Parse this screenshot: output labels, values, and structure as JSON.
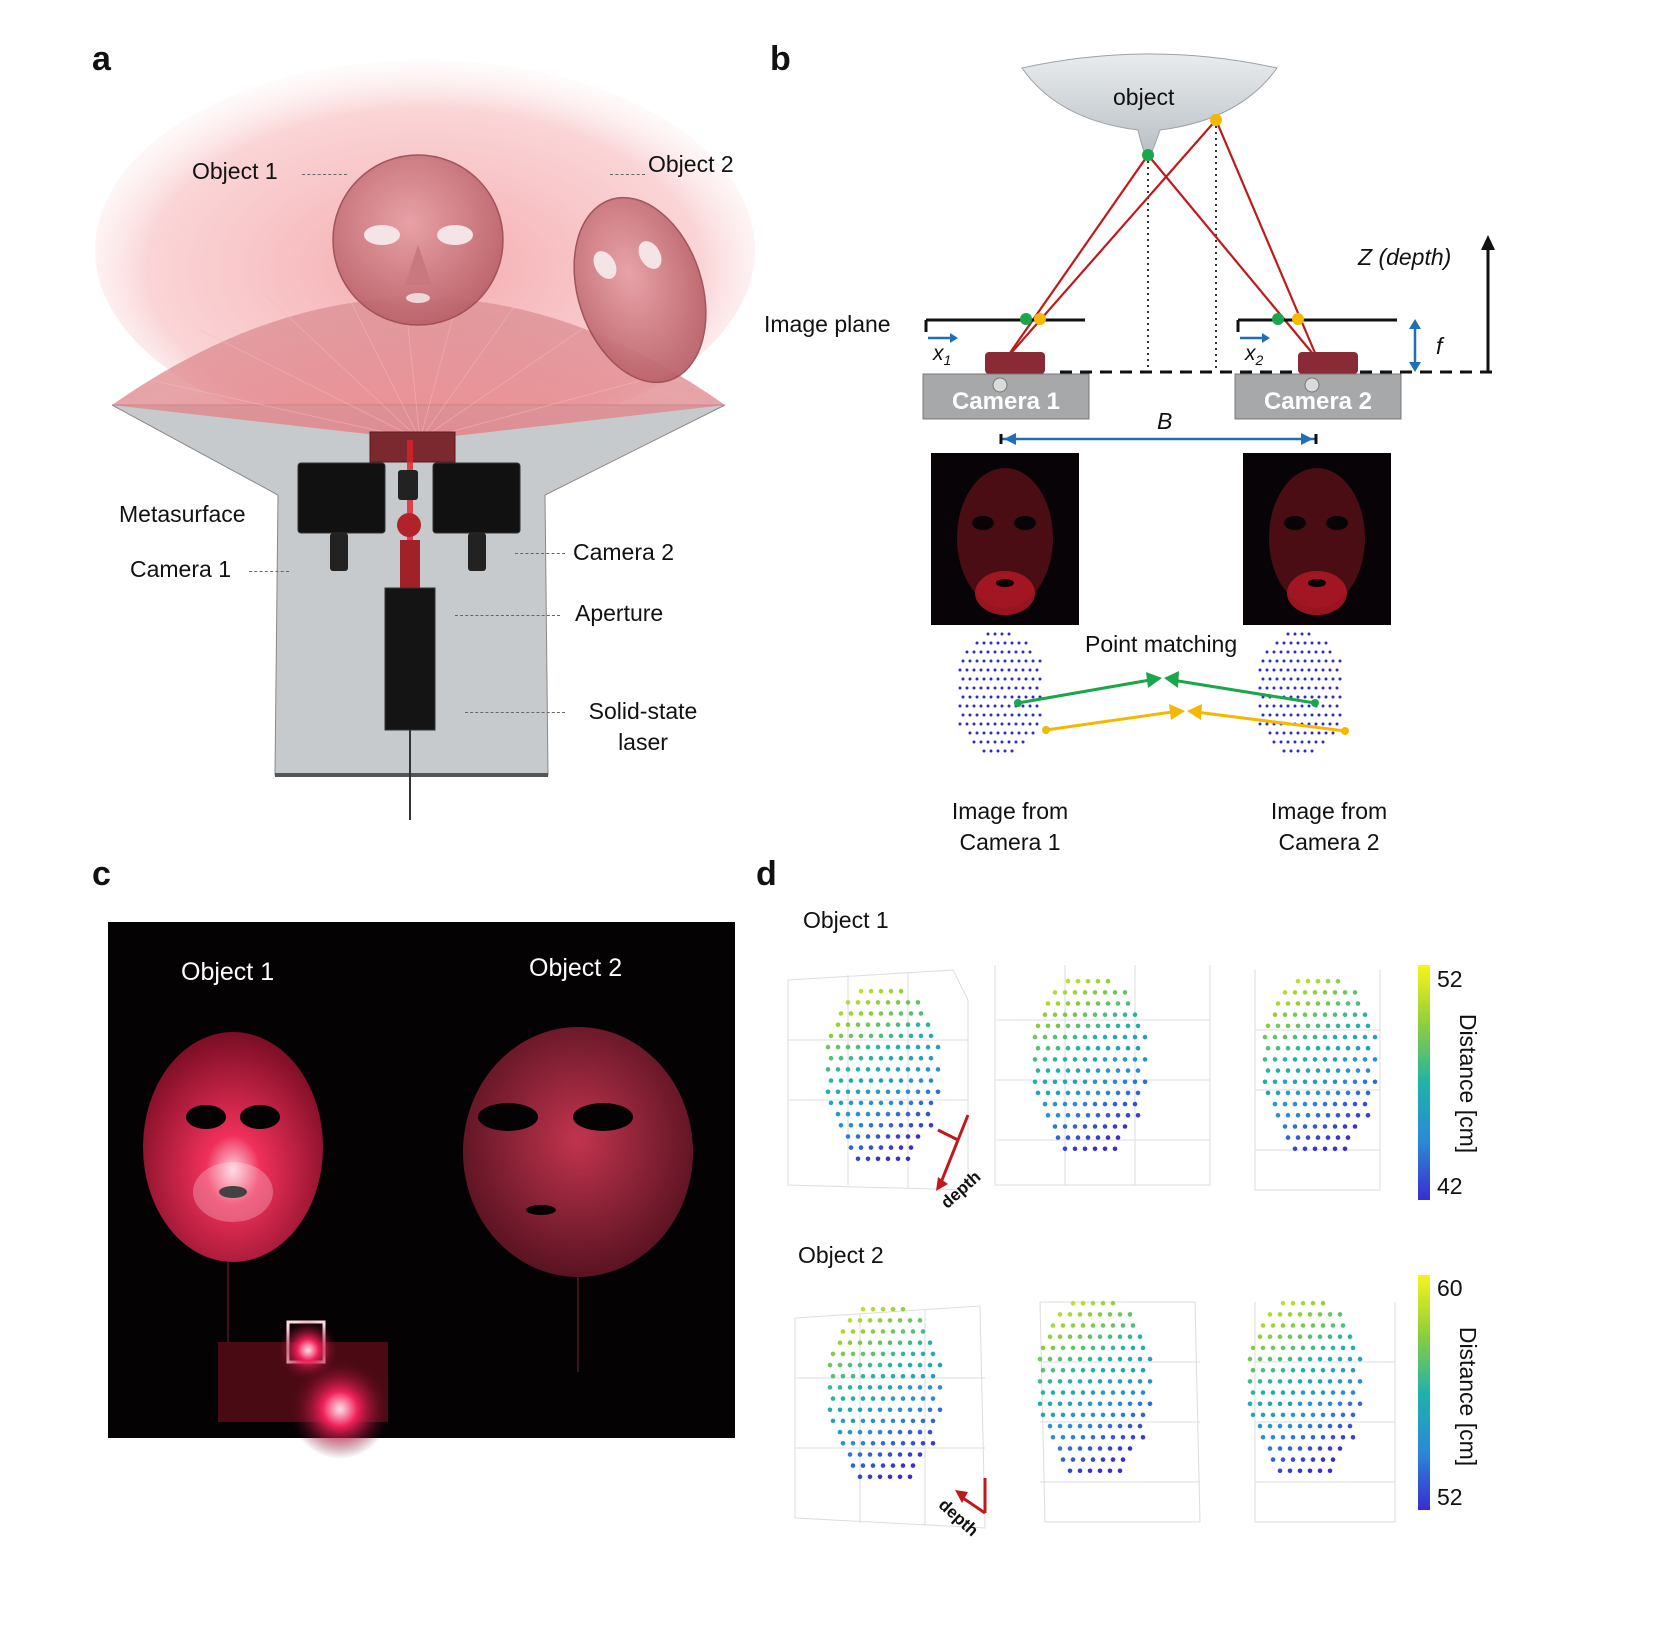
{
  "panels": {
    "a": {
      "letter": "a",
      "labels": {
        "object1": "Object 1",
        "object2": "Object 2",
        "metasurface": "Metasurface",
        "camera1": "Camera 1",
        "camera2": "Camera 2",
        "aperture": "Aperture",
        "laser_line1": "Solid-state",
        "laser_line2": "laser"
      }
    },
    "b": {
      "letter": "b",
      "labels": {
        "object": "object",
        "depth": "Z (depth)",
        "image_plane": "Image plane",
        "f": "f",
        "x1": "x",
        "x1_sub": "1",
        "x2": "x",
        "x2_sub": "2",
        "camera1": "Camera 1",
        "camera2": "Camera 2",
        "baseline": "B",
        "point_matching": "Point matching",
        "img_cam1_line1": "Image from",
        "img_cam1_line2": "Camera 1",
        "img_cam2_line1": "Image from",
        "img_cam2_line2": "Camera 2"
      },
      "colors": {
        "ray": "#c0191c",
        "green_point": "#1aa64a",
        "yellow_point": "#f5b800",
        "baseline": "#1f6fb8",
        "dots": "#2a2ad0"
      }
    },
    "c": {
      "letter": "c",
      "labels": {
        "object1": "Object 1",
        "object2": "Object 2"
      }
    },
    "d": {
      "letter": "d",
      "object1": {
        "title": "Object 1",
        "colorbar": {
          "max": "52",
          "min": "42",
          "label": "Distance [cm]"
        },
        "axis_label": "depth"
      },
      "object2": {
        "title": "Object 2",
        "colorbar": {
          "max": "60",
          "min": "52",
          "label": "Distance [cm]"
        },
        "axis_label": "depth"
      }
    }
  }
}
